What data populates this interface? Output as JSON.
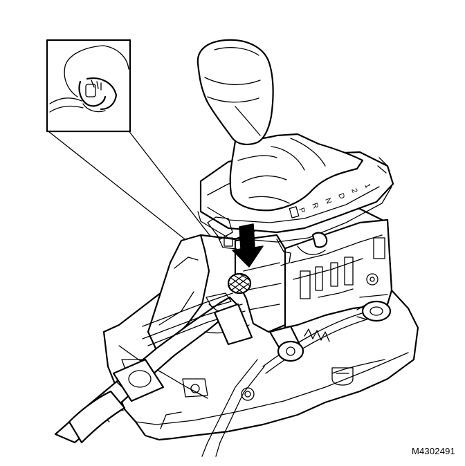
{
  "figure": {
    "reference_code": "M4302491",
    "gate_letters": [
      "P",
      "R",
      "N",
      "D",
      "2",
      "1"
    ],
    "colors": {
      "line": "#000000",
      "background": "#ffffff"
    }
  }
}
